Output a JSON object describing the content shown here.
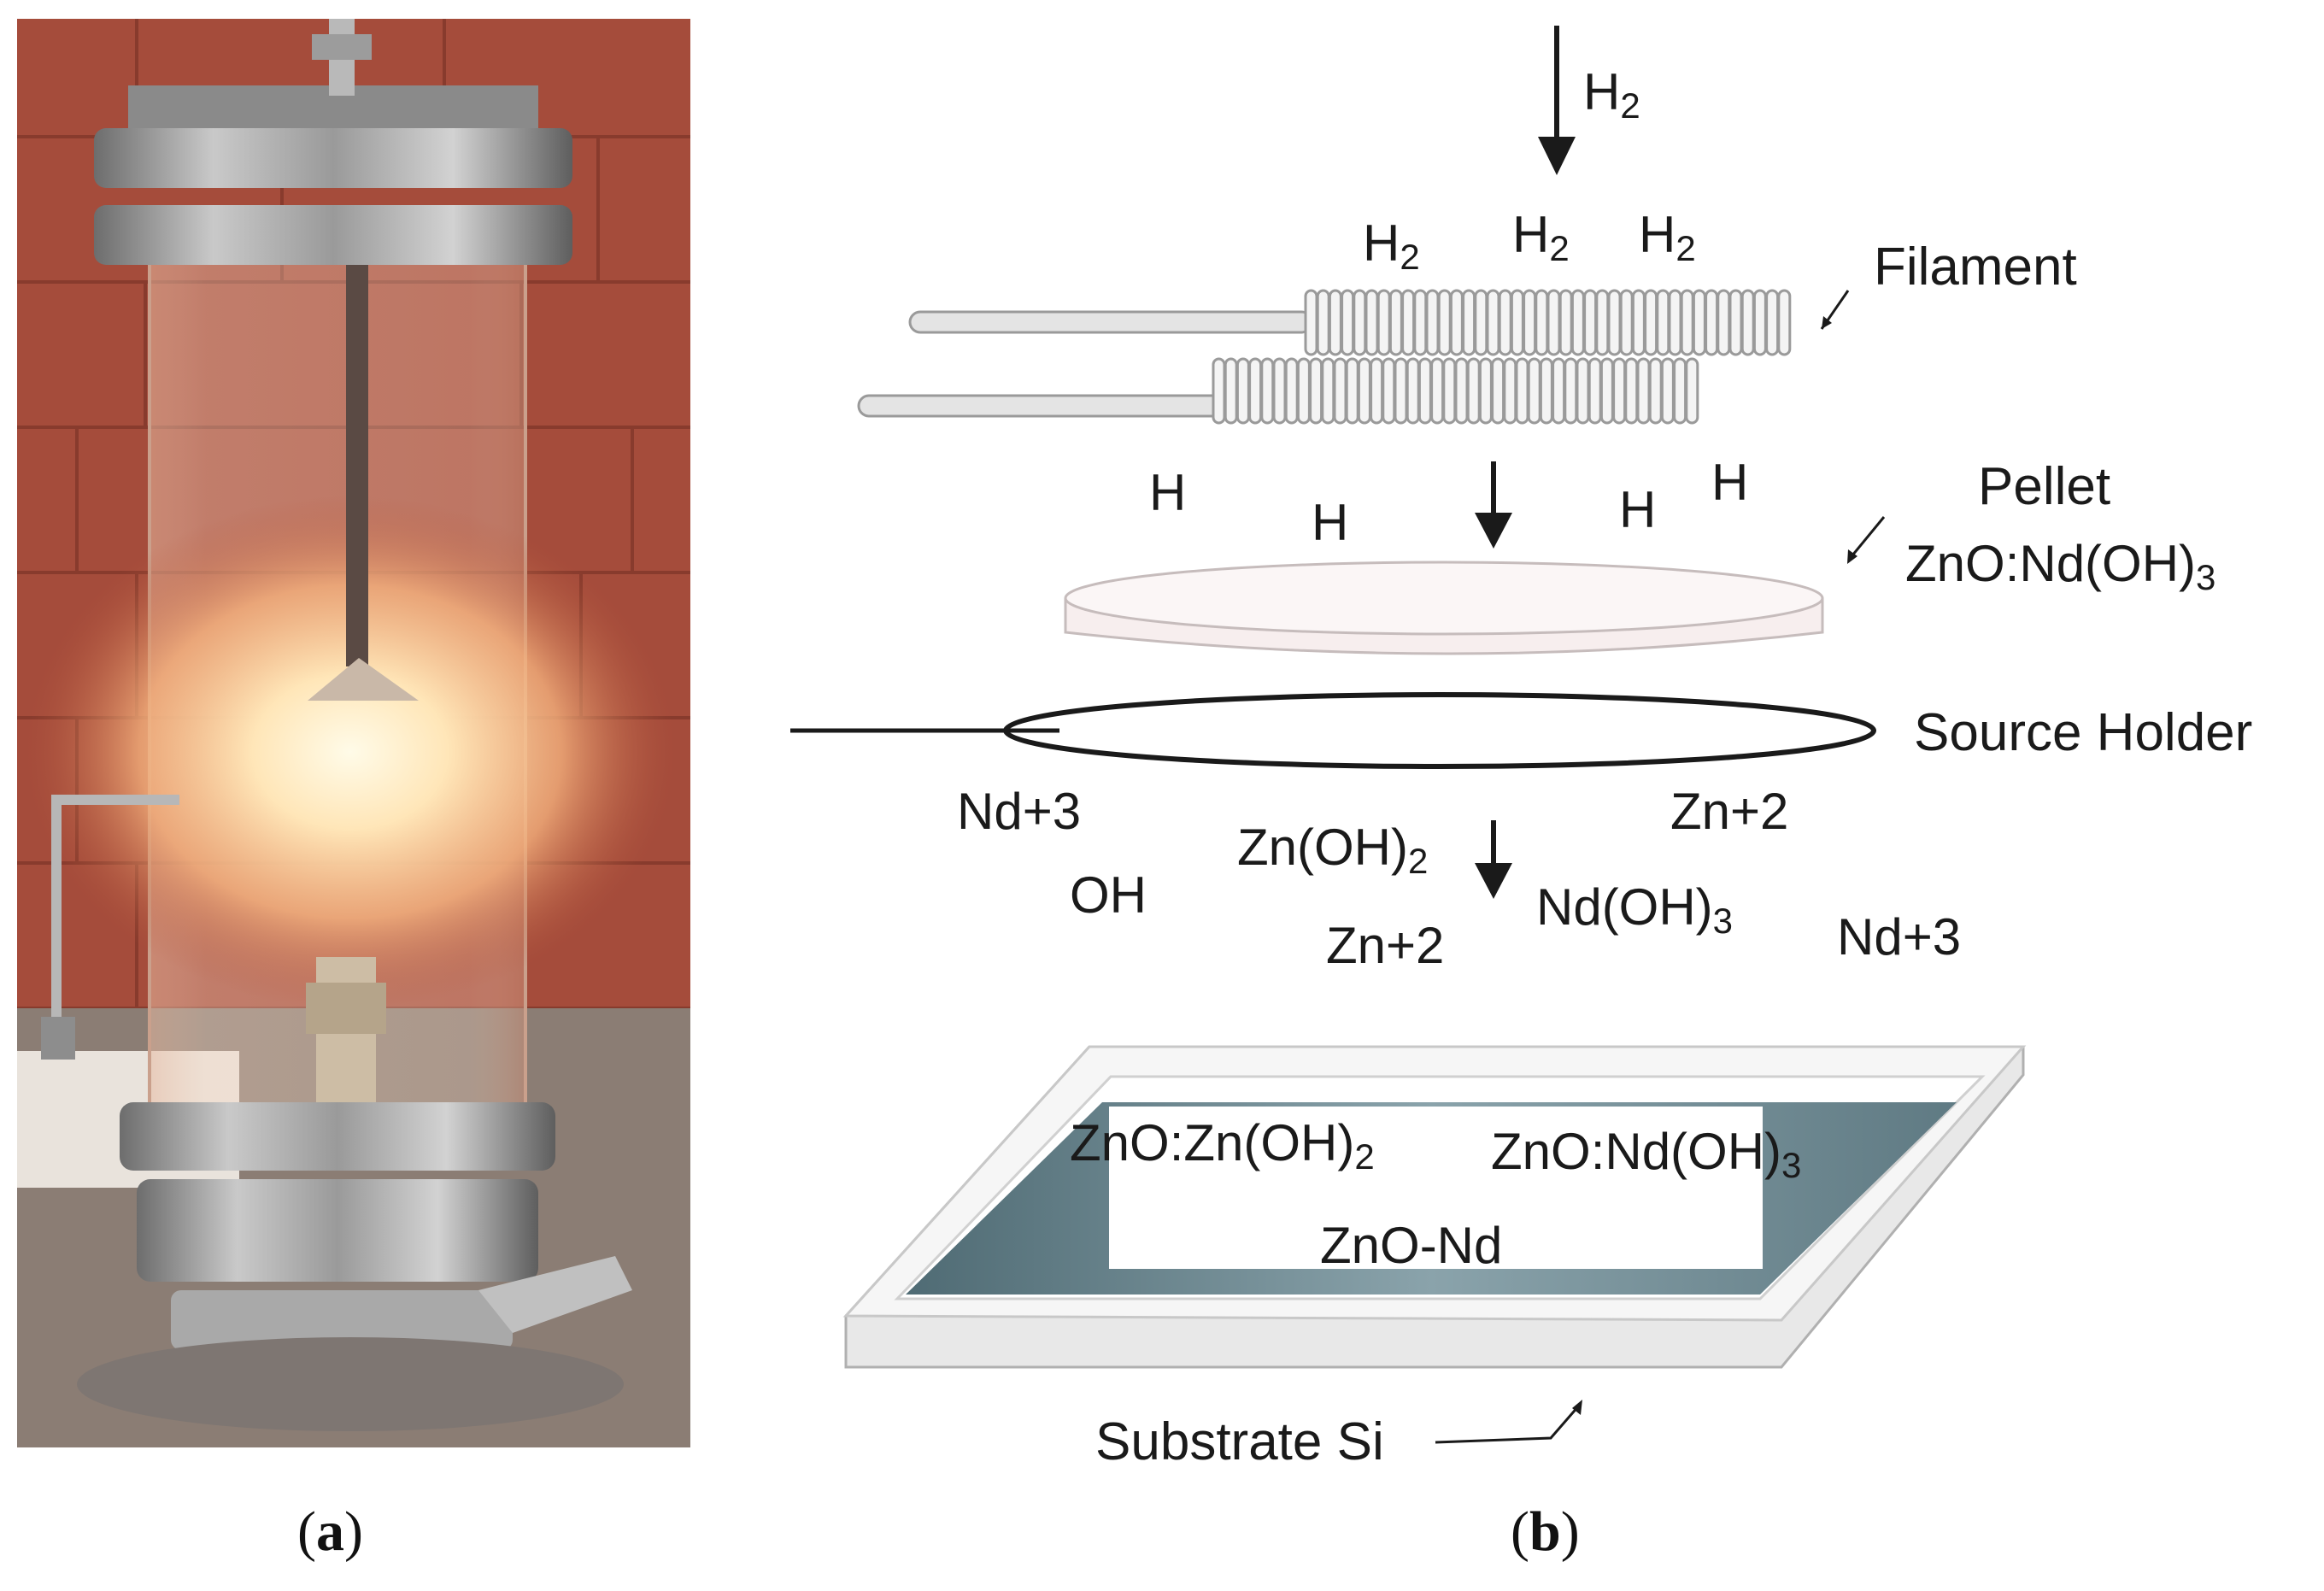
{
  "panels": {
    "a": {
      "open": "(",
      "letter": "a",
      "close": ")"
    },
    "b": {
      "open": "(",
      "letter": "b",
      "close": ")"
    }
  },
  "labels": {
    "h2_top": "H",
    "h2_a": "H",
    "h2_b": "H",
    "h2_c": "H",
    "subscript_2": "2",
    "subscript_3": "3",
    "filament": "Filament",
    "h_1": "H",
    "h_2": "H",
    "h_3": "H",
    "h_4": "H",
    "pellet": "Pellet",
    "pellet_formula": "ZnO:Nd(OH)",
    "source_holder": "Source Holder",
    "nd3_left": "Nd+3",
    "oh": "OH",
    "zn_oh2": "Zn(OH)",
    "nd_oh3": "Nd(OH)",
    "zn2_right": "Zn+2",
    "zn2_center": "Zn+2",
    "nd3_right": "Nd+3",
    "film_zn_oh2": "ZnO:Zn(OH)",
    "film_nd_oh3": "ZnO:Nd(OH)",
    "film_zno_nd": "ZnO-Nd",
    "substrate": "Substrate Si"
  },
  "colors": {
    "film": "#7f9aa3",
    "arrow": "#1a1a1a",
    "glow": "#ffd9a8",
    "brick": "#a04a3a"
  }
}
